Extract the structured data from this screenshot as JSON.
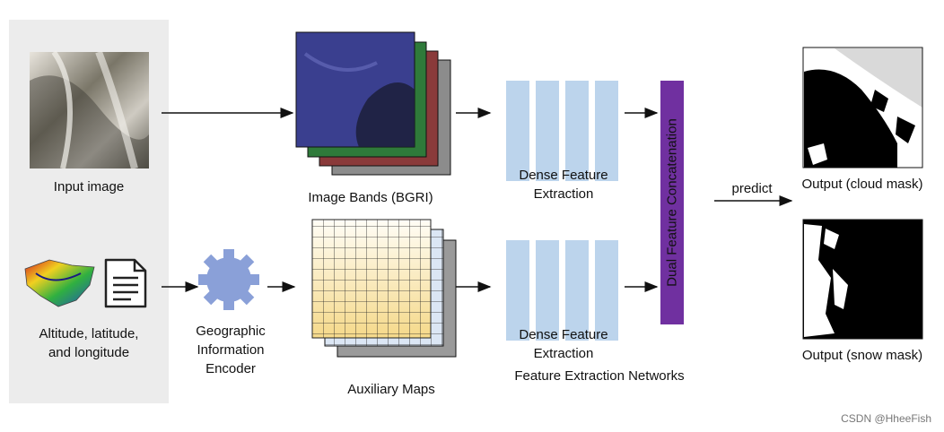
{
  "labels": {
    "input_image": "Input image",
    "image_bands": "Image Bands (BGRI)",
    "dense_top_1": "Dense Feature",
    "dense_top_2": "Extraction",
    "dense_bottom_1": "Dense Feature",
    "dense_bottom_2": "Extraction",
    "feature_networks": "Feature Extraction Networks",
    "auxiliary_maps": "Auxiliary Maps",
    "geo_1": "Geographic",
    "geo_2": "Information",
    "geo_3": "Encoder",
    "alt_1": "Altitude, latitude,",
    "alt_2": "and longitude",
    "concat": "Dual Feature Concatenation",
    "predict": "predict",
    "output_cloud": "Output (cloud mask)",
    "output_snow": "Output (snow mask)"
  },
  "watermark": "CSDN @HheeFish",
  "colors": {
    "panel": "#ececec",
    "feature_column": "#bcd4ec",
    "concat_bar": "#7030a0",
    "band_blue": "#3a3f8f",
    "band_green": "#2f7a3a",
    "band_red": "#8a3a3a",
    "band_ir": "#8c8c8c",
    "encoder_gear": "#8aa0d8"
  },
  "icons": {
    "document": "document-icon",
    "gear": "gear-icon",
    "terrain": "terrain-map-icon"
  }
}
